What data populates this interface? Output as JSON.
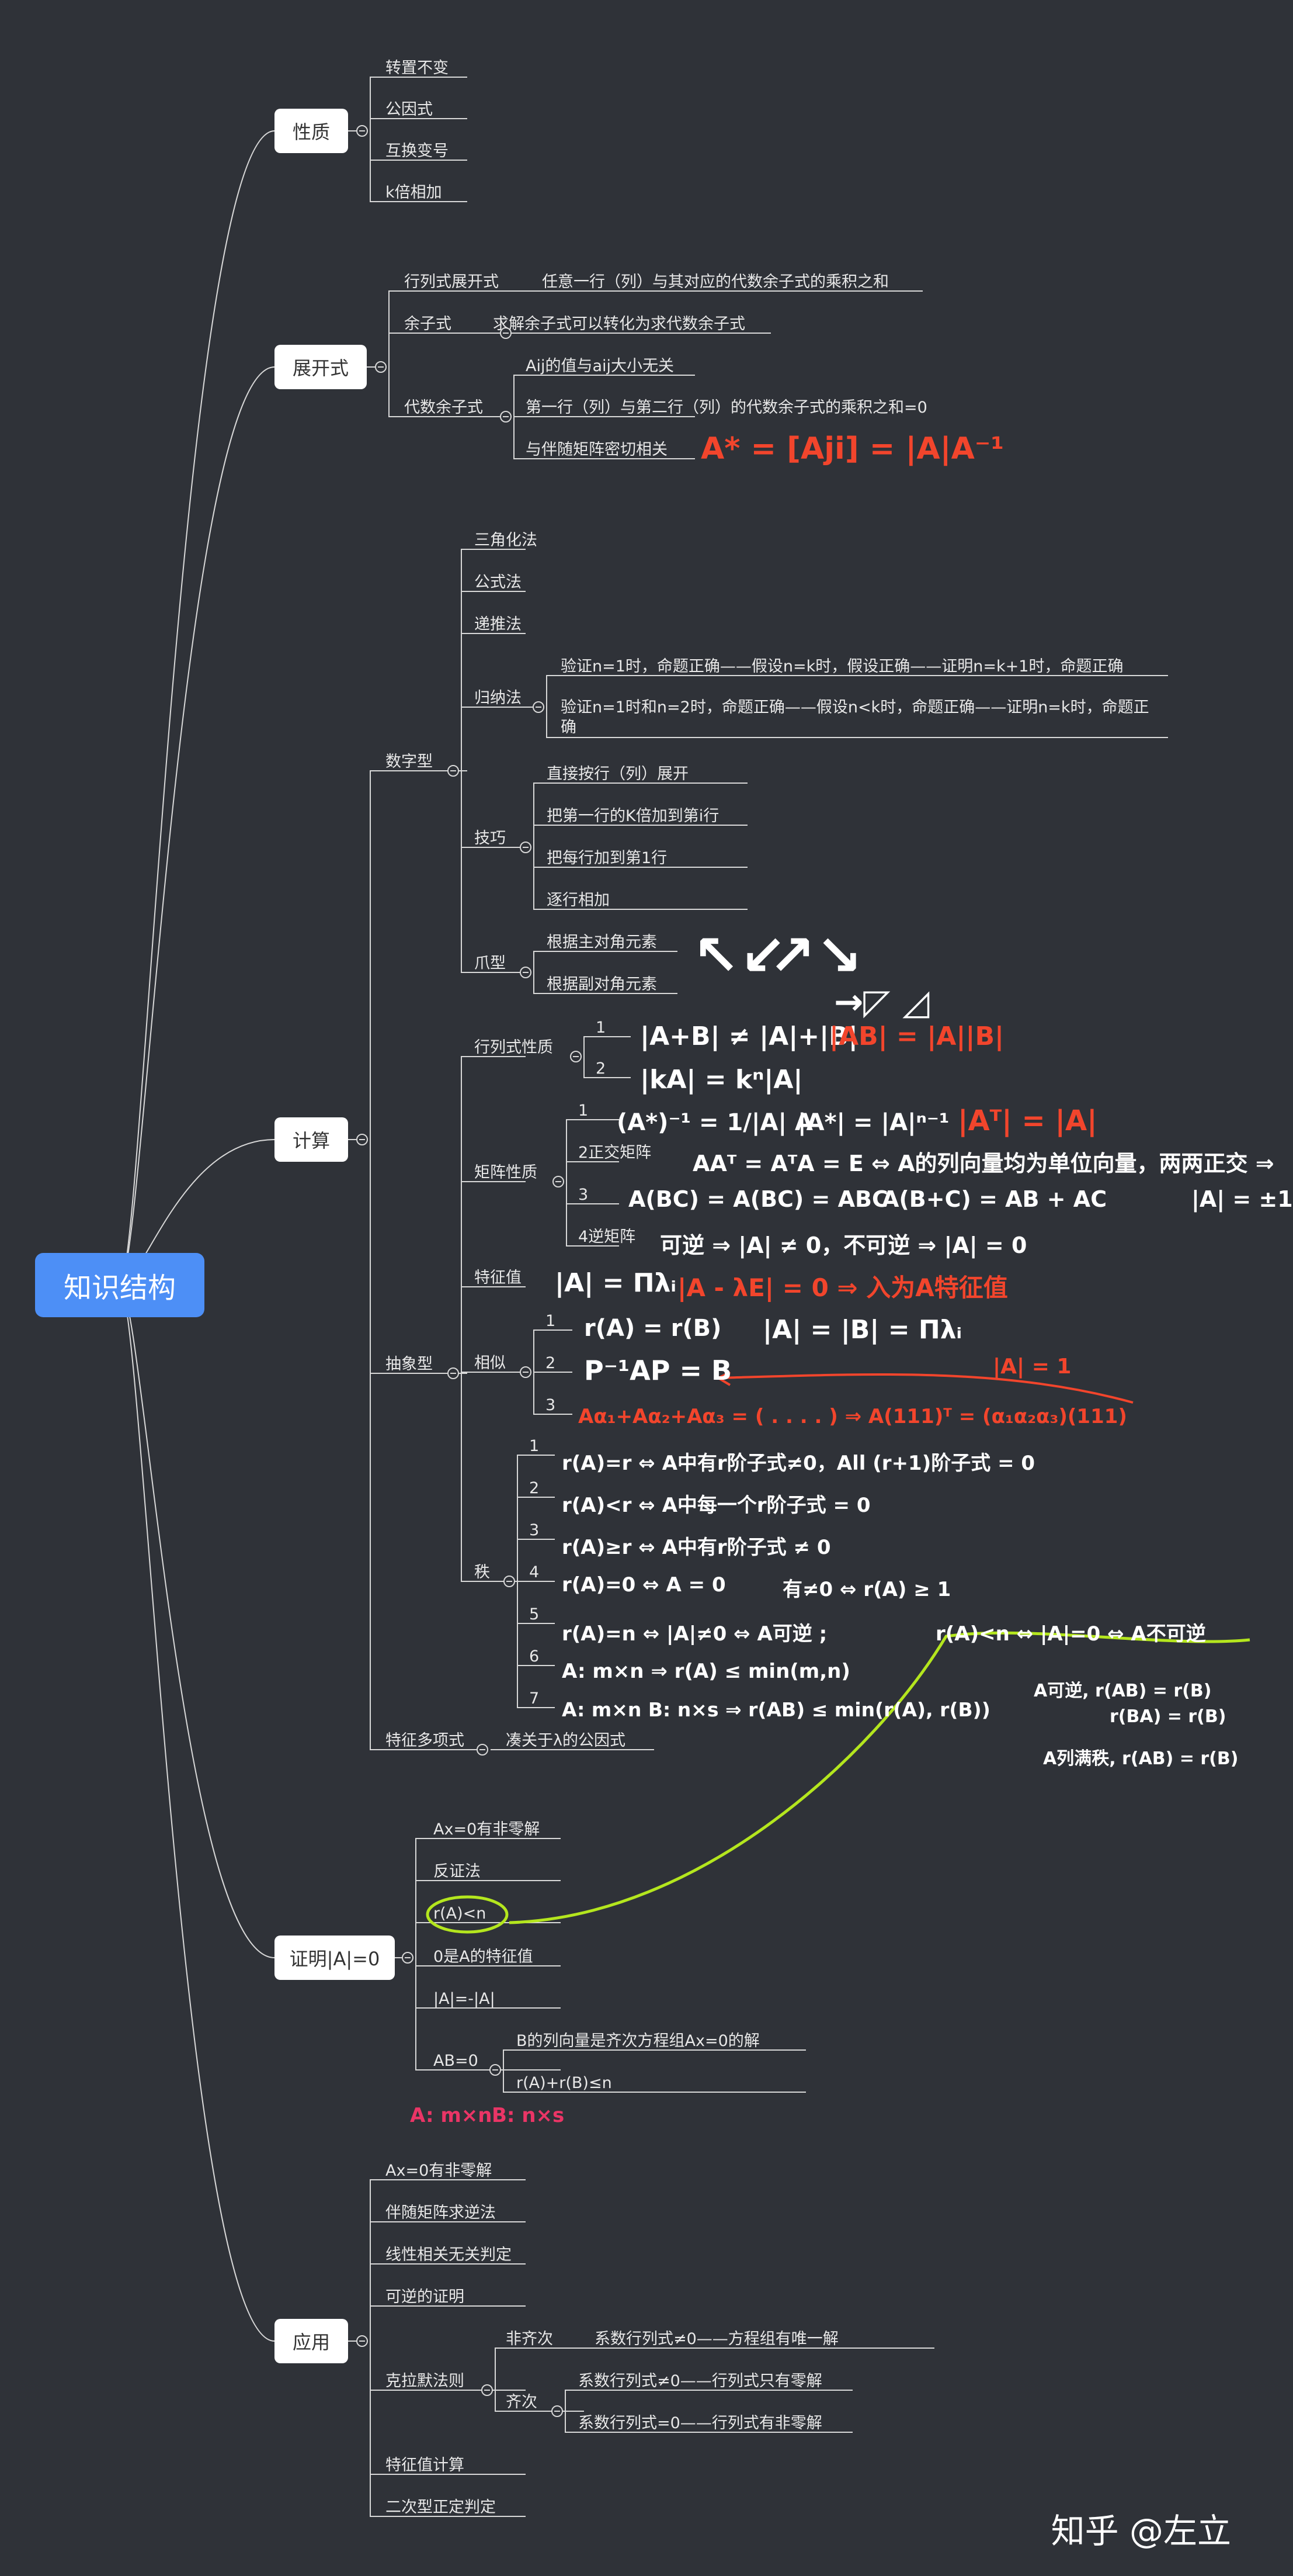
{
  "root": "知识结构",
  "branches": {
    "xingzhi": {
      "title": "性质",
      "items": [
        "转置不变",
        "公因式",
        "互换变号",
        "k倍相加"
      ]
    },
    "zhankai": {
      "title": "展开式",
      "hangliezhankai": "行列式展开式",
      "hangliezhankai_desc": "任意一行（列）与其对应的代数余子式的乘积之和",
      "yuzishi": "余子式",
      "yuzishi_desc": "求解余子式可以转化为求代数余子式",
      "daishu": "代数余子式",
      "daishu_items": [
        "Aij的值与aij大小无关",
        "第一行（列）与第二行（列）的代数余子式的乘积之和=0",
        "与伴随矩阵密切相关"
      ],
      "daishu_note": "A* = [Aji] = |A|A⁻¹"
    },
    "jisuan": {
      "title": "计算",
      "shuzi": "数字型",
      "sanjiao": "三角化法",
      "gongshi": "公式法",
      "ditui": "递推法",
      "guina": "归纳法",
      "guina_items": [
        "验证n=1时，命题正确——假设n=k时，假设正确——证明n=k+1时，命题正确",
        "验证n=1时和n=2时，命题正确——假设n<k时，命题正确——证明n=k时，命题正确"
      ],
      "jiqiao": "技巧",
      "jiqiao_items": [
        "直接按行（列）展开",
        "把第一行的K倍加到第i行",
        "把每行加到第1行",
        "逐行相加"
      ],
      "zhuaxing": "爪型",
      "zhuaxing_items": [
        "根据主对角元素",
        "根据副对角元素"
      ],
      "zhuaxing_symbols": [
        "↖↙",
        "↗↘",
        "→◸ ◿"
      ],
      "chouxiang": "抽象型",
      "hls": "行列式性质",
      "hls_nums": [
        "1",
        "2"
      ],
      "hls_notes": [
        "|A+B| ≠ |A|+|B|",
        "|AB| = |A||B|",
        "|kA| = kⁿ|A|"
      ],
      "jz": "矩阵性质",
      "jz_nums": [
        "1",
        "2正交矩阵",
        "3",
        "4逆矩阵"
      ],
      "jz_notes": [
        "(A*)⁻¹ = 1/|A| A",
        "|A*| = |A|ⁿ⁻¹",
        "|Aᵀ| = |A|",
        "AAᵀ = AᵀA = E ⇔ A的列向量均为单位向量，两两正交 ⇒",
        "|A| = ±1",
        "A(BC) = A(BC) = ABC",
        "A(B+C) = AB + AC",
        "可逆 ⇒ |A| ≠ 0，不可逆 ⇒ |A| = 0"
      ],
      "tzz": "特征值",
      "tzz_notes": [
        "|A| = Πλᵢ",
        "|A - λE| = 0 ⇒ 入为A特征值"
      ],
      "xs": "相似",
      "xs_nums": [
        "1",
        "2",
        "3"
      ],
      "xs_notes": [
        "r(A) = r(B)",
        "|A| = |B| = Πλᵢ",
        "P⁻¹AP = B",
        "|A| = 1",
        "Aα₁+Aα₂+Aα₃ = ( . . . . ) ⇒ A(111)ᵀ = (α₁α₂α₃)(111)"
      ],
      "zhi": "秩",
      "zhi_nums": [
        "1",
        "2",
        "3",
        "4",
        "5",
        "6",
        "7"
      ],
      "zhi_notes": [
        "r(A)=r ⇔ A中有r阶子式≠0，All (r+1)阶子式 = 0",
        "r(A)<r ⇔ A中每一个r阶子式 = 0",
        "r(A)≥r ⇔ A中有r阶子式 ≠ 0",
        "r(A)=0 ⇔ A = 0",
        "有≠0 ⇔ r(A) ≥ 1",
        "r(A)=n ⇔ |A|≠0 ⇔ A可逆 ;",
        "r(A)<n ⇔ |A|=0 ⇔ A不可逆",
        "A: m×n ⇒ r(A) ≤ min(m,n)",
        "A: m×n  B: n×s ⇒ r(AB) ≤ min(r(A), r(B))",
        "A可逆, r(AB) = r(B)",
        "r(BA) = r(B)",
        "A列满秩, r(AB) = r(B)"
      ],
      "tzdx": "特征多项式",
      "tzdx_desc": "凑关于λ的公因式"
    },
    "zhengming": {
      "title": "证明|A|=0",
      "items": [
        "Ax=0有非零解",
        "反证法",
        "r(A)<n",
        "0是A的特征值",
        "|A|=-|A|",
        "AB=0"
      ],
      "ab_items": [
        "B的列向量是齐次方程组Ax=0的解",
        "r(A)+r(B)≤n"
      ],
      "ab_notes": [
        "A: m×n",
        "B: n×s"
      ]
    },
    "yingyong": {
      "title": "应用",
      "items": [
        "Ax=0有非零解",
        "伴随矩阵求逆法",
        "线性相关无关判定",
        "可逆的证明",
        "克拉默法则",
        "特征值计算",
        "二次型正定判定"
      ],
      "kelamo_fei": "非齐次",
      "kelamo_fei_desc": "系数行列式≠0——方程组有唯一解",
      "kelamo_qi": "齐次",
      "kelamo_qi_items": [
        "系数行列式≠0——行列式只有零解",
        "系数行列式=0——行列式有非零解"
      ]
    }
  },
  "watermark": "知乎 @左立",
  "colors": {
    "background": "#2f3238",
    "root": "#4d8ff6",
    "line": "#d8d8d8",
    "annotation_white": "#ffffff",
    "annotation_red": "#f2452c",
    "annotation_green": "#b4e61e",
    "annotation_pink": "#ea3566"
  }
}
